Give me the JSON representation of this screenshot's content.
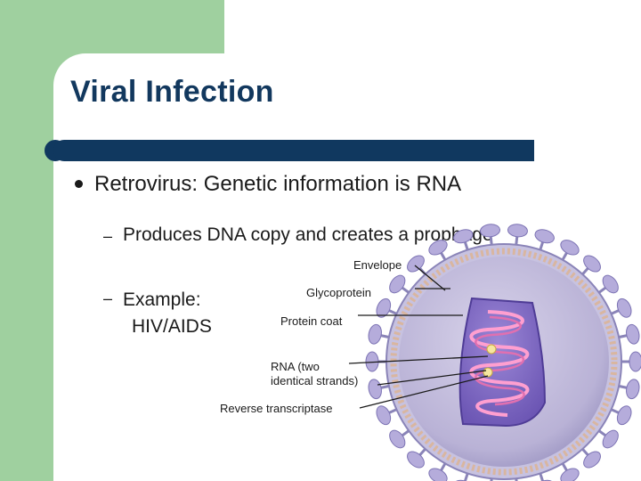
{
  "slide": {
    "title": "Viral Infection",
    "bullet_main": "Retrovirus: Genetic information is RNA",
    "sub_bullets": [
      {
        "dash": "–",
        "text": "Produces DNA copy and creates a prophage"
      },
      {
        "dash": "–",
        "line1": "Example:",
        "line2": "HIV/AIDS"
      }
    ]
  },
  "diagram": {
    "labels": {
      "envelope": "Envelope",
      "glycoprotein": "Glycoprotein",
      "protein_coat": "Protein coat",
      "rna_line1": "RNA (two",
      "rna_line2": "identical strands)",
      "reverse_transcriptase": "Reverse transcriptase"
    }
  },
  "colors": {
    "accent_green": "#9fd09f",
    "title_navy": "#12385e",
    "bar_navy": "#10385f"
  }
}
